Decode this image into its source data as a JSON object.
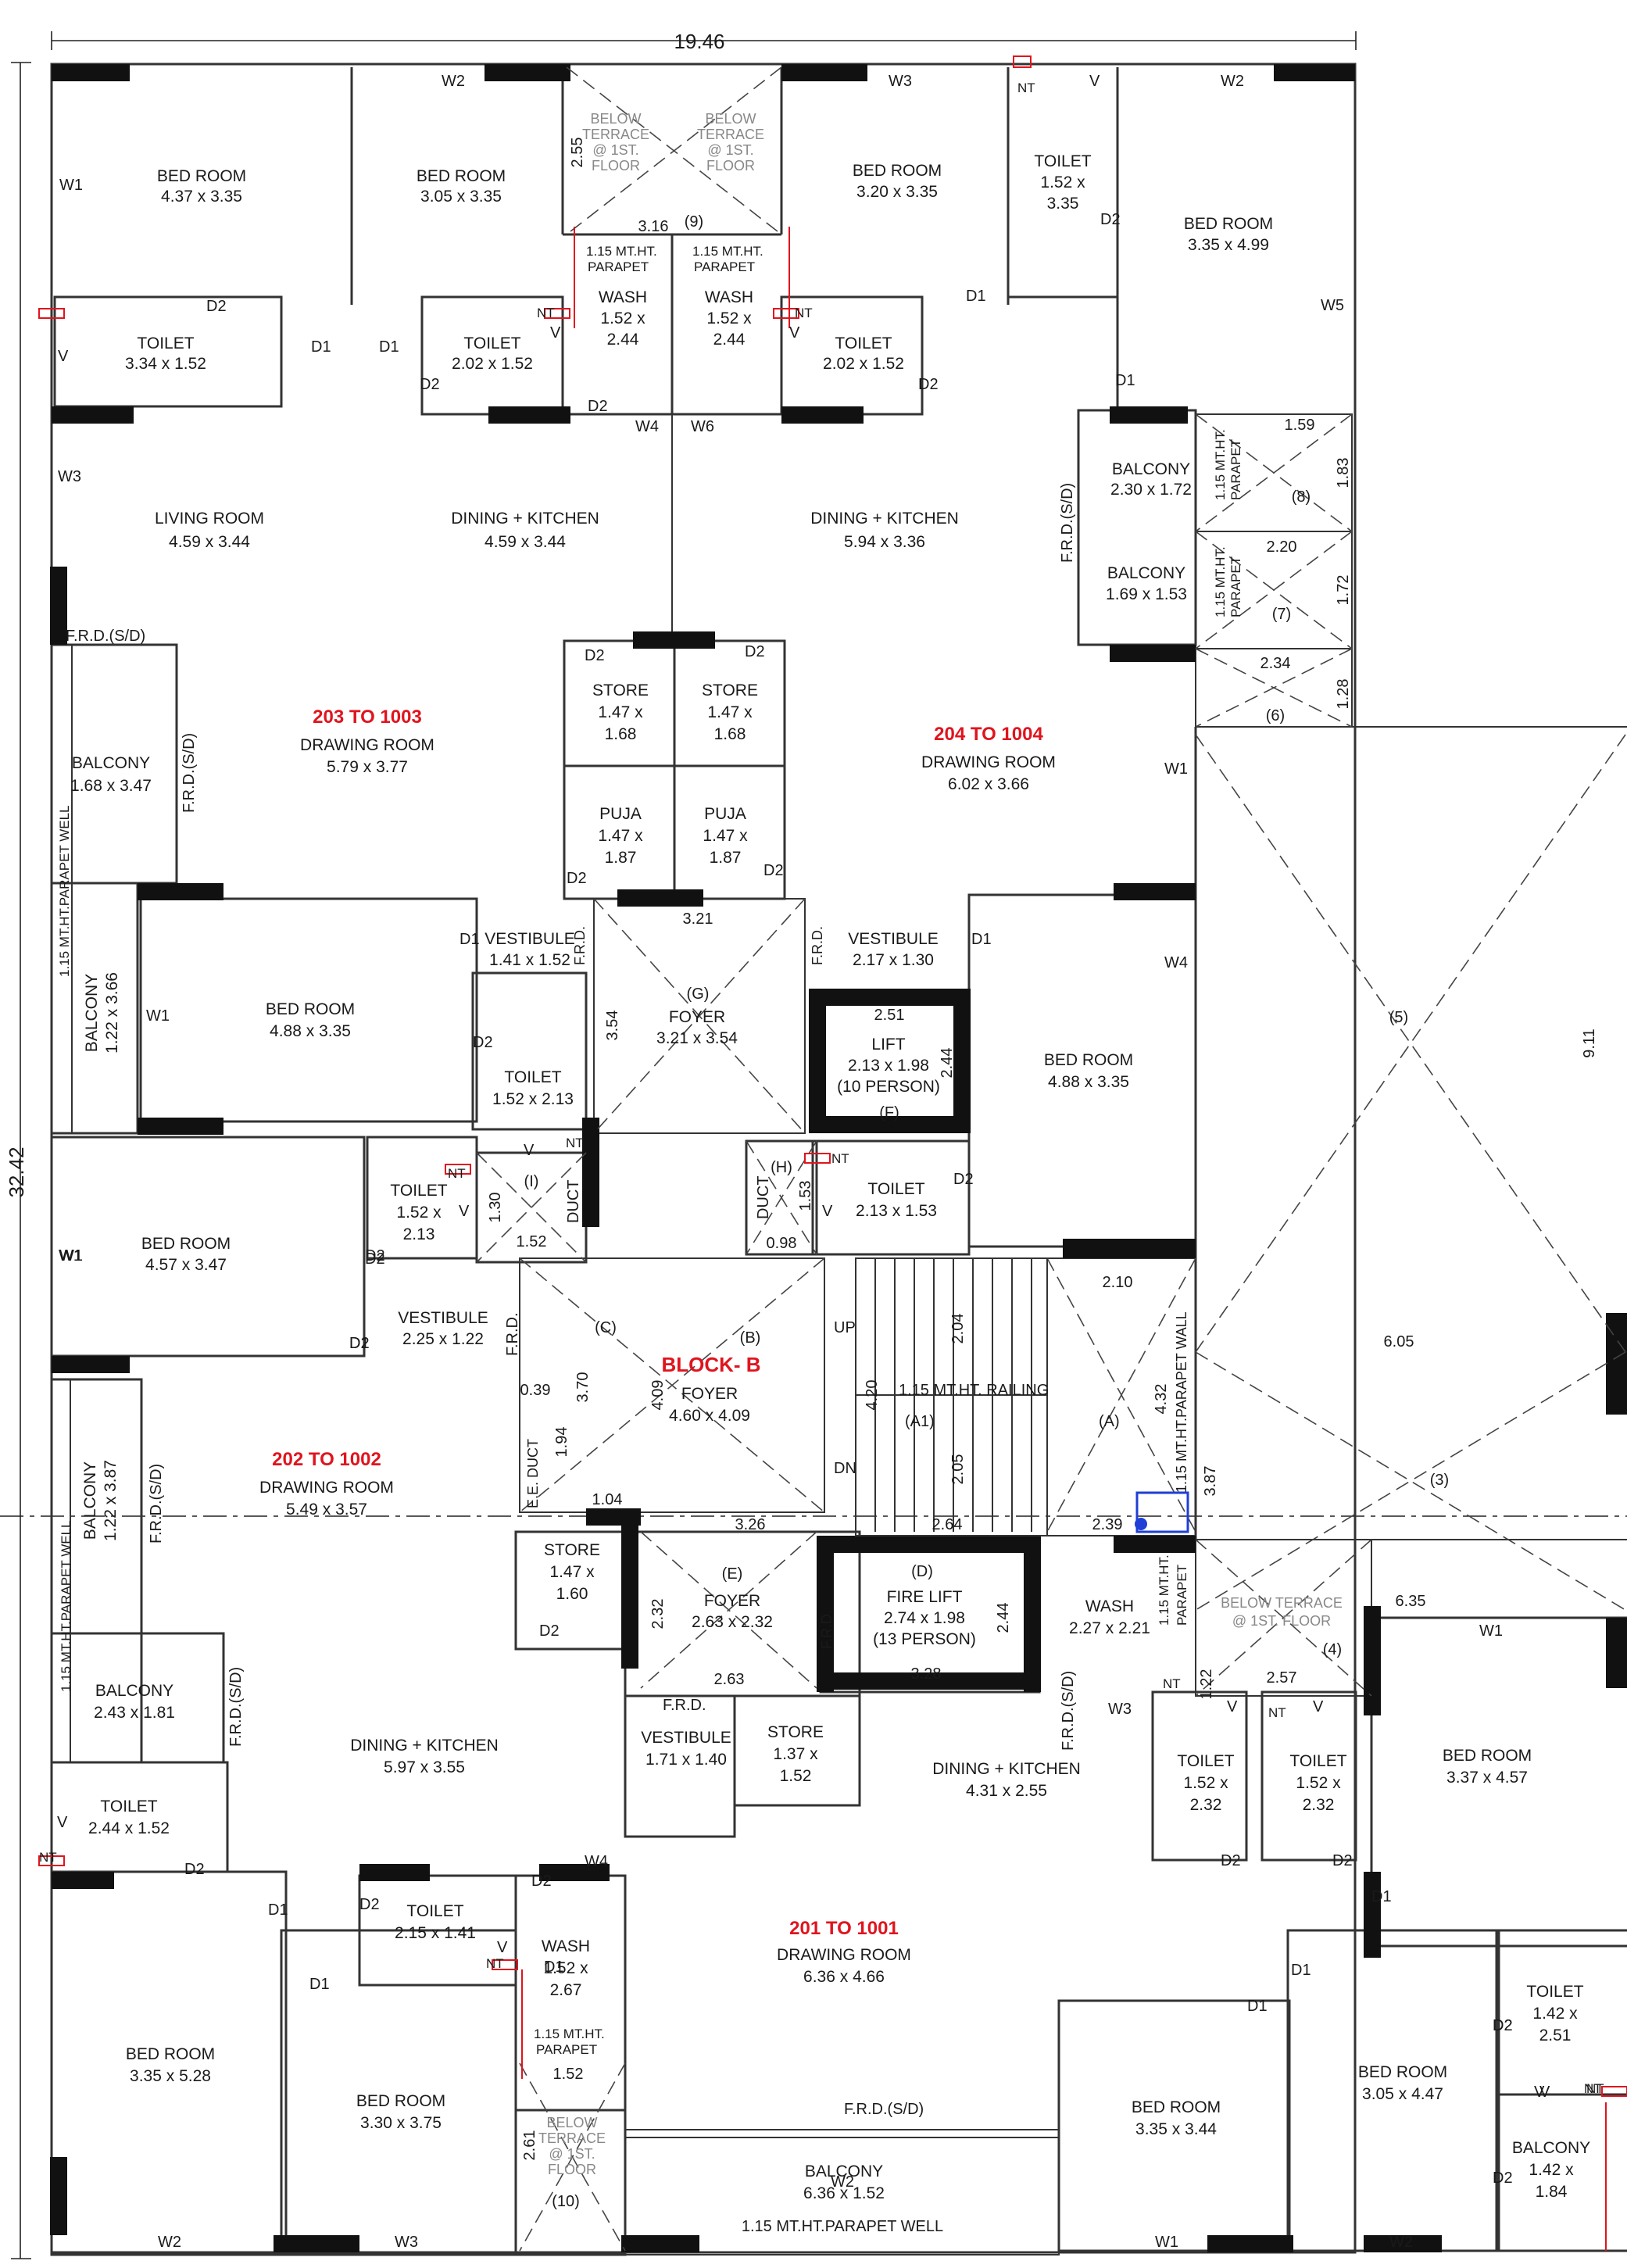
{
  "overall": {
    "width": "19.46",
    "height": "32.42"
  },
  "blocks": [
    {
      "id": "blk203",
      "code": "203 TO 1003"
    },
    {
      "id": "blk204",
      "code": "204 TO 1004"
    },
    {
      "id": "blk202",
      "code": "202 TO 1002"
    },
    {
      "id": "blk201",
      "code": "201 TO 1001"
    },
    {
      "id": "blkB",
      "code": "BLOCK- B"
    }
  ],
  "rooms": [
    {
      "id": "r1",
      "name": "BED ROOM",
      "size": "4.37 x 3.35"
    },
    {
      "id": "r2",
      "name": "BED ROOM",
      "size": "3.05 x 3.35"
    },
    {
      "id": "r3",
      "name": "BED ROOM",
      "size": "3.20 x 3.35"
    },
    {
      "id": "r4",
      "name": "TOILET",
      "size": "1.52 x",
      "size2": "3.35"
    },
    {
      "id": "r5",
      "name": "BED ROOM",
      "size": "3.35 x 4.99"
    },
    {
      "id": "r6",
      "name": "TOILET",
      "size": "3.34 x 1.52"
    },
    {
      "id": "r7",
      "name": "TOILET",
      "size": "2.02 x 1.52"
    },
    {
      "id": "r8",
      "name": "WASH",
      "size": "1.52 x",
      "size2": "2.44"
    },
    {
      "id": "r9",
      "name": "WASH",
      "size": "1.52 x",
      "size2": "2.44"
    },
    {
      "id": "r10",
      "name": "TOILET",
      "size": "2.02 x 1.52"
    },
    {
      "id": "r11",
      "name": "LIVING ROOM",
      "size": "4.59 x 3.44"
    },
    {
      "id": "r12",
      "name": "DINING + KITCHEN",
      "size": "4.59 x 3.44"
    },
    {
      "id": "r13",
      "name": "DINING + KITCHEN",
      "size": "5.94 x 3.36"
    },
    {
      "id": "r14",
      "name": "BALCONY",
      "size": "2.30 x 1.72"
    },
    {
      "id": "r15",
      "name": "BALCONY",
      "size": "1.69 x 1.53"
    },
    {
      "id": "r16",
      "name": "STORE",
      "size": "1.47 x",
      "size2": "1.68"
    },
    {
      "id": "r17",
      "name": "STORE",
      "size": "1.47 x",
      "size2": "1.68"
    },
    {
      "id": "r18",
      "name": "BALCONY",
      "size": "1.68 x 3.47"
    },
    {
      "id": "r19",
      "name": "DRAWING ROOM",
      "size": "5.79 x 3.77"
    },
    {
      "id": "r20",
      "name": "DRAWING ROOM",
      "size": "6.02 x 3.66"
    },
    {
      "id": "r21",
      "name": "PUJA",
      "size": "1.47 x",
      "size2": "1.87"
    },
    {
      "id": "r22",
      "name": "PUJA",
      "size": "1.47 x",
      "size2": "1.87"
    },
    {
      "id": "r23",
      "name": "VESTIBULE",
      "size": "1.41 x 1.52"
    },
    {
      "id": "r24",
      "name": "VESTIBULE",
      "size": "2.17 x 1.30"
    },
    {
      "id": "r25",
      "name": "BED ROOM",
      "size": "4.88 x 3.35"
    },
    {
      "id": "r26",
      "name": "FOYER",
      "size": "3.21 x 3.54"
    },
    {
      "id": "r27",
      "name": "LIFT",
      "size": "2.13 x 1.98",
      "size2": "(10 PERSON)"
    },
    {
      "id": "r28",
      "name": "BED ROOM",
      "size": "4.88 x 3.35"
    },
    {
      "id": "r29",
      "name": "TOILET",
      "size": "1.52 x 2.13"
    },
    {
      "id": "r30",
      "name": "TOILET",
      "size": "1.52 x",
      "size2": "2.13"
    },
    {
      "id": "r31",
      "name": "TOILET",
      "size": "2.13 x 1.53"
    },
    {
      "id": "r32",
      "name": "BED ROOM",
      "size": "4.57 x 3.47"
    },
    {
      "id": "r33",
      "name": "VESTIBULE",
      "size": "2.25 x 1.22"
    },
    {
      "id": "r34",
      "name": "FOYER",
      "size": "4.60 x 4.09"
    },
    {
      "id": "r35",
      "name": "DRAWING ROOM",
      "size": "5.49 x 3.57"
    },
    {
      "id": "r36",
      "name": "STORE",
      "size": "1.47 x",
      "size2": "1.60"
    },
    {
      "id": "r37",
      "name": "FOYER",
      "size": "2.63 x 2.32"
    },
    {
      "id": "r38",
      "name": "FIRE LIFT",
      "size": "2.74 x 1.98",
      "size2": "(13 PERSON)"
    },
    {
      "id": "r39",
      "name": "WASH",
      "size": "2.27 x 2.21"
    },
    {
      "id": "r40",
      "name": "BALCONY",
      "size": "2.43 x 1.81"
    },
    {
      "id": "r41",
      "name": "VESTIBULE",
      "size": "1.71 x 1.40"
    },
    {
      "id": "r42",
      "name": "STORE",
      "size": "1.37 x",
      "size2": "1.52"
    },
    {
      "id": "r43",
      "name": "DINING + KITCHEN",
      "size": "5.97 x 3.55"
    },
    {
      "id": "r44",
      "name": "DINING + KITCHEN",
      "size": "4.31 x 2.55"
    },
    {
      "id": "r45",
      "name": "TOILET",
      "size": "1.52 x",
      "size2": "2.32"
    },
    {
      "id": "r46",
      "name": "TOILET",
      "size": "1.52 x",
      "size2": "2.32"
    },
    {
      "id": "r47",
      "name": "BED ROOM",
      "size": "3.37 x 4.57"
    },
    {
      "id": "r48",
      "name": "TOILET",
      "size": "2.44 x 1.52"
    },
    {
      "id": "r49",
      "name": "TOILET",
      "size": "2.15 x 1.41"
    },
    {
      "id": "r50",
      "name": "WASH",
      "size": "1.52 x",
      "size2": "2.67"
    },
    {
      "id": "r51",
      "name": "DRAWING ROOM",
      "size": "6.36 x 4.66"
    },
    {
      "id": "r52",
      "name": "TOILET",
      "size": "1.42 x",
      "size2": "2.51"
    },
    {
      "id": "r53",
      "name": "BED ROOM",
      "size": "3.35 x 5.28"
    },
    {
      "id": "r54",
      "name": "BED ROOM",
      "size": "3.30 x 3.75"
    },
    {
      "id": "r55",
      "name": "BED ROOM",
      "size": "3.35 x 3.44"
    },
    {
      "id": "r56",
      "name": "BED ROOM",
      "size": "3.05 x 4.47"
    },
    {
      "id": "r57",
      "name": "BALCONY",
      "size": "1.42 x",
      "size2": "1.84"
    },
    {
      "id": "r58",
      "name": "BALCONY",
      "size": "6.36 x 1.52"
    },
    {
      "id": "r59",
      "name": "BALCONY",
      "size": "1.22 x 3.66"
    },
    {
      "id": "r60",
      "name": "BALCONY",
      "size": "1.22 x 3.87"
    }
  ],
  "labels": [
    {
      "id": "l1",
      "text": "W1"
    },
    {
      "id": "l2",
      "text": "W2"
    },
    {
      "id": "l3",
      "text": "W3"
    },
    {
      "id": "l4",
      "text": "V"
    },
    {
      "id": "l5",
      "text": "W2"
    },
    {
      "id": "l6",
      "text": "D2"
    },
    {
      "id": "l7",
      "text": "W5"
    },
    {
      "id": "l8",
      "text": "NT"
    },
    {
      "id": "l9",
      "text": "V"
    },
    {
      "id": "l10",
      "text": "D2"
    },
    {
      "id": "l11",
      "text": "D1"
    },
    {
      "id": "l12",
      "text": "D1"
    },
    {
      "id": "l13",
      "text": "NT"
    },
    {
      "id": "l14",
      "text": "V"
    },
    {
      "id": "l15",
      "text": "D2"
    },
    {
      "id": "l16",
      "text": "D2"
    },
    {
      "id": "l17",
      "text": "W4"
    },
    {
      "id": "l18",
      "text": "W6"
    },
    {
      "id": "l19",
      "text": "NT"
    },
    {
      "id": "l20",
      "text": "V"
    },
    {
      "id": "l21",
      "text": "D2"
    },
    {
      "id": "l22",
      "text": "D1"
    },
    {
      "id": "l23",
      "text": "D1"
    },
    {
      "id": "l24",
      "text": "W3"
    },
    {
      "id": "l25",
      "text": "F.R.D.(S/D)"
    },
    {
      "id": "l26",
      "text": "F.R.D.(S/D)"
    },
    {
      "id": "l27",
      "text": "F.R.D.(S/D)"
    },
    {
      "id": "l28",
      "text": "1.15 MT.HT.PARAPET WELL"
    },
    {
      "id": "l29",
      "text": "W1"
    },
    {
      "id": "l30",
      "text": "D2"
    },
    {
      "id": "l31",
      "text": "D2"
    },
    {
      "id": "l32",
      "text": "D2"
    },
    {
      "id": "l33",
      "text": "D2"
    },
    {
      "id": "l34",
      "text": "D2"
    },
    {
      "id": "l35",
      "text": "D2"
    },
    {
      "id": "l36",
      "text": "W1"
    },
    {
      "id": "l37",
      "text": "D1"
    },
    {
      "id": "l38",
      "text": "F.R.D."
    },
    {
      "id": "l39",
      "text": "F.R.D."
    },
    {
      "id": "l40",
      "text": "D1"
    },
    {
      "id": "l41",
      "text": "W4"
    },
    {
      "id": "l42",
      "text": "W1"
    },
    {
      "id": "l43",
      "text": "D2"
    },
    {
      "id": "l44",
      "text": "NT"
    },
    {
      "id": "l45",
      "text": "V"
    },
    {
      "id": "l46",
      "text": "V"
    },
    {
      "id": "l47",
      "text": "NT"
    },
    {
      "id": "l48",
      "text": "DUCT"
    },
    {
      "id": "l49",
      "text": "DUCT"
    },
    {
      "id": "l50",
      "text": "NT"
    },
    {
      "id": "l51",
      "text": "V"
    },
    {
      "id": "l52",
      "text": "D2"
    },
    {
      "id": "l53",
      "text": "W1"
    },
    {
      "id": "l54",
      "text": "D2"
    },
    {
      "id": "l55",
      "text": "D1"
    },
    {
      "id": "l56",
      "text": "F.R.D."
    },
    {
      "id": "l57",
      "text": "UP"
    },
    {
      "id": "l58",
      "text": "DN"
    },
    {
      "id": "l59",
      "text": "1.15 MT.HT. RAILING"
    },
    {
      "id": "l60",
      "text": "(A1)"
    },
    {
      "id": "l61",
      "text": "(A)"
    },
    {
      "id": "l62",
      "text": "1.15 MT.HT.PARAPET WALL"
    },
    {
      "id": "l63",
      "text": "E.E. DUCT"
    },
    {
      "id": "l64",
      "text": "F.R.D.(S/D)"
    },
    {
      "id": "l65",
      "text": "1.15 MT.HT.PARAPET WELL"
    },
    {
      "id": "l66",
      "text": "D2"
    },
    {
      "id": "l67",
      "text": "F.R.D."
    },
    {
      "id": "l68",
      "text": "F.R.D."
    },
    {
      "id": "l69",
      "text": "1.15 MT.HT."
    },
    {
      "id": "l70",
      "text": "PARAPET"
    },
    {
      "id": "l71",
      "text": "F.R.D.(S/D)"
    },
    {
      "id": "l72",
      "text": "V"
    },
    {
      "id": "l73",
      "text": "NT"
    },
    {
      "id": "l74",
      "text": "W3"
    },
    {
      "id": "l75",
      "text": "NT"
    },
    {
      "id": "l76",
      "text": "V"
    },
    {
      "id": "l77",
      "text": "NT"
    },
    {
      "id": "l78",
      "text": "V"
    },
    {
      "id": "l79",
      "text": "W1"
    },
    {
      "id": "l80",
      "text": "D2"
    },
    {
      "id": "l81",
      "text": "D2"
    },
    {
      "id": "l82",
      "text": "D2"
    },
    {
      "id": "l83",
      "text": "D1"
    },
    {
      "id": "l84",
      "text": "V"
    },
    {
      "id": "l85",
      "text": "NT"
    },
    {
      "id": "l86",
      "text": "D2"
    },
    {
      "id": "l87",
      "text": "W4"
    },
    {
      "id": "l88",
      "text": "D2"
    },
    {
      "id": "l89",
      "text": "D1"
    },
    {
      "id": "l90",
      "text": "D2"
    },
    {
      "id": "l91",
      "text": "V"
    },
    {
      "id": "l92",
      "text": "NT"
    },
    {
      "id": "l93",
      "text": "D1"
    },
    {
      "id": "l94",
      "text": "D1"
    },
    {
      "id": "l95",
      "text": "D1"
    },
    {
      "id": "l96",
      "text": "D1"
    },
    {
      "id": "l97",
      "text": "D2"
    },
    {
      "id": "l98",
      "text": "V"
    },
    {
      "id": "l99",
      "text": "NT"
    },
    {
      "id": "l100",
      "text": "D2"
    },
    {
      "id": "l101",
      "text": "F.R.D.(S/D)"
    },
    {
      "id": "l102",
      "text": "1.15 MT.HT.PARAPET WELL"
    },
    {
      "id": "l103",
      "text": "W2"
    },
    {
      "id": "l104",
      "text": "W3"
    },
    {
      "id": "l105",
      "text": "W1"
    },
    {
      "id": "l106",
      "text": "W2"
    },
    {
      "id": "l107",
      "text": "1.15 MT.HT."
    },
    {
      "id": "l108",
      "text": "PARAPET"
    },
    {
      "id": "l109",
      "text": "1.15 MT.HT."
    },
    {
      "id": "l110",
      "text": "PARAPET"
    },
    {
      "id": "l111",
      "text": "1.15 MT.HT."
    },
    {
      "id": "l112",
      "text": "PARAPET"
    },
    {
      "id": "l113",
      "text": "1.15 MT.HT."
    },
    {
      "id": "l114",
      "text": "PARAPET"
    },
    {
      "id": "l115",
      "text": "1.15 MT.HT."
    },
    {
      "id": "l116",
      "text": "PARAPET"
    },
    {
      "id": "l117",
      "text": "F.R.D.(S/D)"
    },
    {
      "id": "l118",
      "text": "W2"
    }
  ],
  "terraces": [
    {
      "id": "t1",
      "l1": "BELOW",
      "l2": "TERRACE",
      "l3": "@ 1ST.",
      "l4": "FLOOR"
    },
    {
      "id": "t2",
      "l1": "BELOW",
      "l2": "TERRACE",
      "l3": "@ 1ST.",
      "l4": "FLOOR"
    },
    {
      "id": "t3",
      "l1": "BELOW",
      "l2": "TERRACE",
      "l3": "@ 1ST.",
      "l4": "FLOOR"
    },
    {
      "id": "t4",
      "l1": "BELOW TERRACE",
      "l2": "@ 1ST. FLOOR"
    }
  ],
  "markers": [
    {
      "id": "m1",
      "text": "(9)"
    },
    {
      "id": "m2",
      "text": "(8)"
    },
    {
      "id": "m3",
      "text": "(7)"
    },
    {
      "id": "m4",
      "text": "(6)"
    },
    {
      "id": "m5",
      "text": "(5)"
    },
    {
      "id": "m6",
      "text": "(G)"
    },
    {
      "id": "m7",
      "text": "(F)"
    },
    {
      "id": "m8",
      "text": "(H)"
    },
    {
      "id": "m9",
      "text": "(I)"
    },
    {
      "id": "m10",
      "text": "(C)"
    },
    {
      "id": "m11",
      "text": "(B)"
    },
    {
      "id": "m12",
      "text": "(3)"
    },
    {
      "id": "m13",
      "text": "(E)"
    },
    {
      "id": "m14",
      "text": "(D)"
    },
    {
      "id": "m15",
      "text": "(4)"
    },
    {
      "id": "m16",
      "text": "(10)"
    }
  ],
  "dims": [
    {
      "id": "d1",
      "text": "2.55"
    },
    {
      "id": "d2",
      "text": "3.16"
    },
    {
      "id": "d3",
      "text": "1.59"
    },
    {
      "id": "d4",
      "text": "1.83"
    },
    {
      "id": "d5",
      "text": "2.20"
    },
    {
      "id": "d6",
      "text": "1.72"
    },
    {
      "id": "d7",
      "text": "2.34"
    },
    {
      "id": "d8",
      "text": "1.28"
    },
    {
      "id": "d9",
      "text": "9.11"
    },
    {
      "id": "d10",
      "text": "3.21"
    },
    {
      "id": "d11",
      "text": "3.54"
    },
    {
      "id": "d12",
      "text": "2.51"
    },
    {
      "id": "d13",
      "text": "2.44"
    },
    {
      "id": "d14",
      "text": "1.30"
    },
    {
      "id": "d15",
      "text": "1.52"
    },
    {
      "id": "d16",
      "text": "1.53"
    },
    {
      "id": "d17",
      "text": "0.98"
    },
    {
      "id": "d18",
      "text": "2.10"
    },
    {
      "id": "d19",
      "text": "6.05"
    },
    {
      "id": "d20",
      "text": "2.04"
    },
    {
      "id": "d21",
      "text": "4.20"
    },
    {
      "id": "d22",
      "text": "4.32"
    },
    {
      "id": "d23",
      "text": "3.70"
    },
    {
      "id": "d24",
      "text": "4.09"
    },
    {
      "id": "d25",
      "text": "0.39"
    },
    {
      "id": "d26",
      "text": "1.94"
    },
    {
      "id": "d27",
      "text": "2.05"
    },
    {
      "id": "d28",
      "text": "3.87"
    },
    {
      "id": "d29",
      "text": "1.04"
    },
    {
      "id": "d30",
      "text": "3.26"
    },
    {
      "id": "d31",
      "text": "2.64"
    },
    {
      "id": "d32",
      "text": "2.39"
    },
    {
      "id": "d33",
      "text": "2.32"
    },
    {
      "id": "d34",
      "text": "2.44"
    },
    {
      "id": "d35",
      "text": "6.35"
    },
    {
      "id": "d36",
      "text": "2.63"
    },
    {
      "id": "d37",
      "text": "3.28"
    },
    {
      "id": "d38",
      "text": "1.22"
    },
    {
      "id": "d39",
      "text": "2.57"
    },
    {
      "id": "d40",
      "text": "1.52"
    },
    {
      "id": "d41",
      "text": "2.61"
    }
  ],
  "colors": {
    "wall": "#333333",
    "column": "#111111",
    "accent": "#e0141e",
    "marker": "#1f3fd6"
  }
}
